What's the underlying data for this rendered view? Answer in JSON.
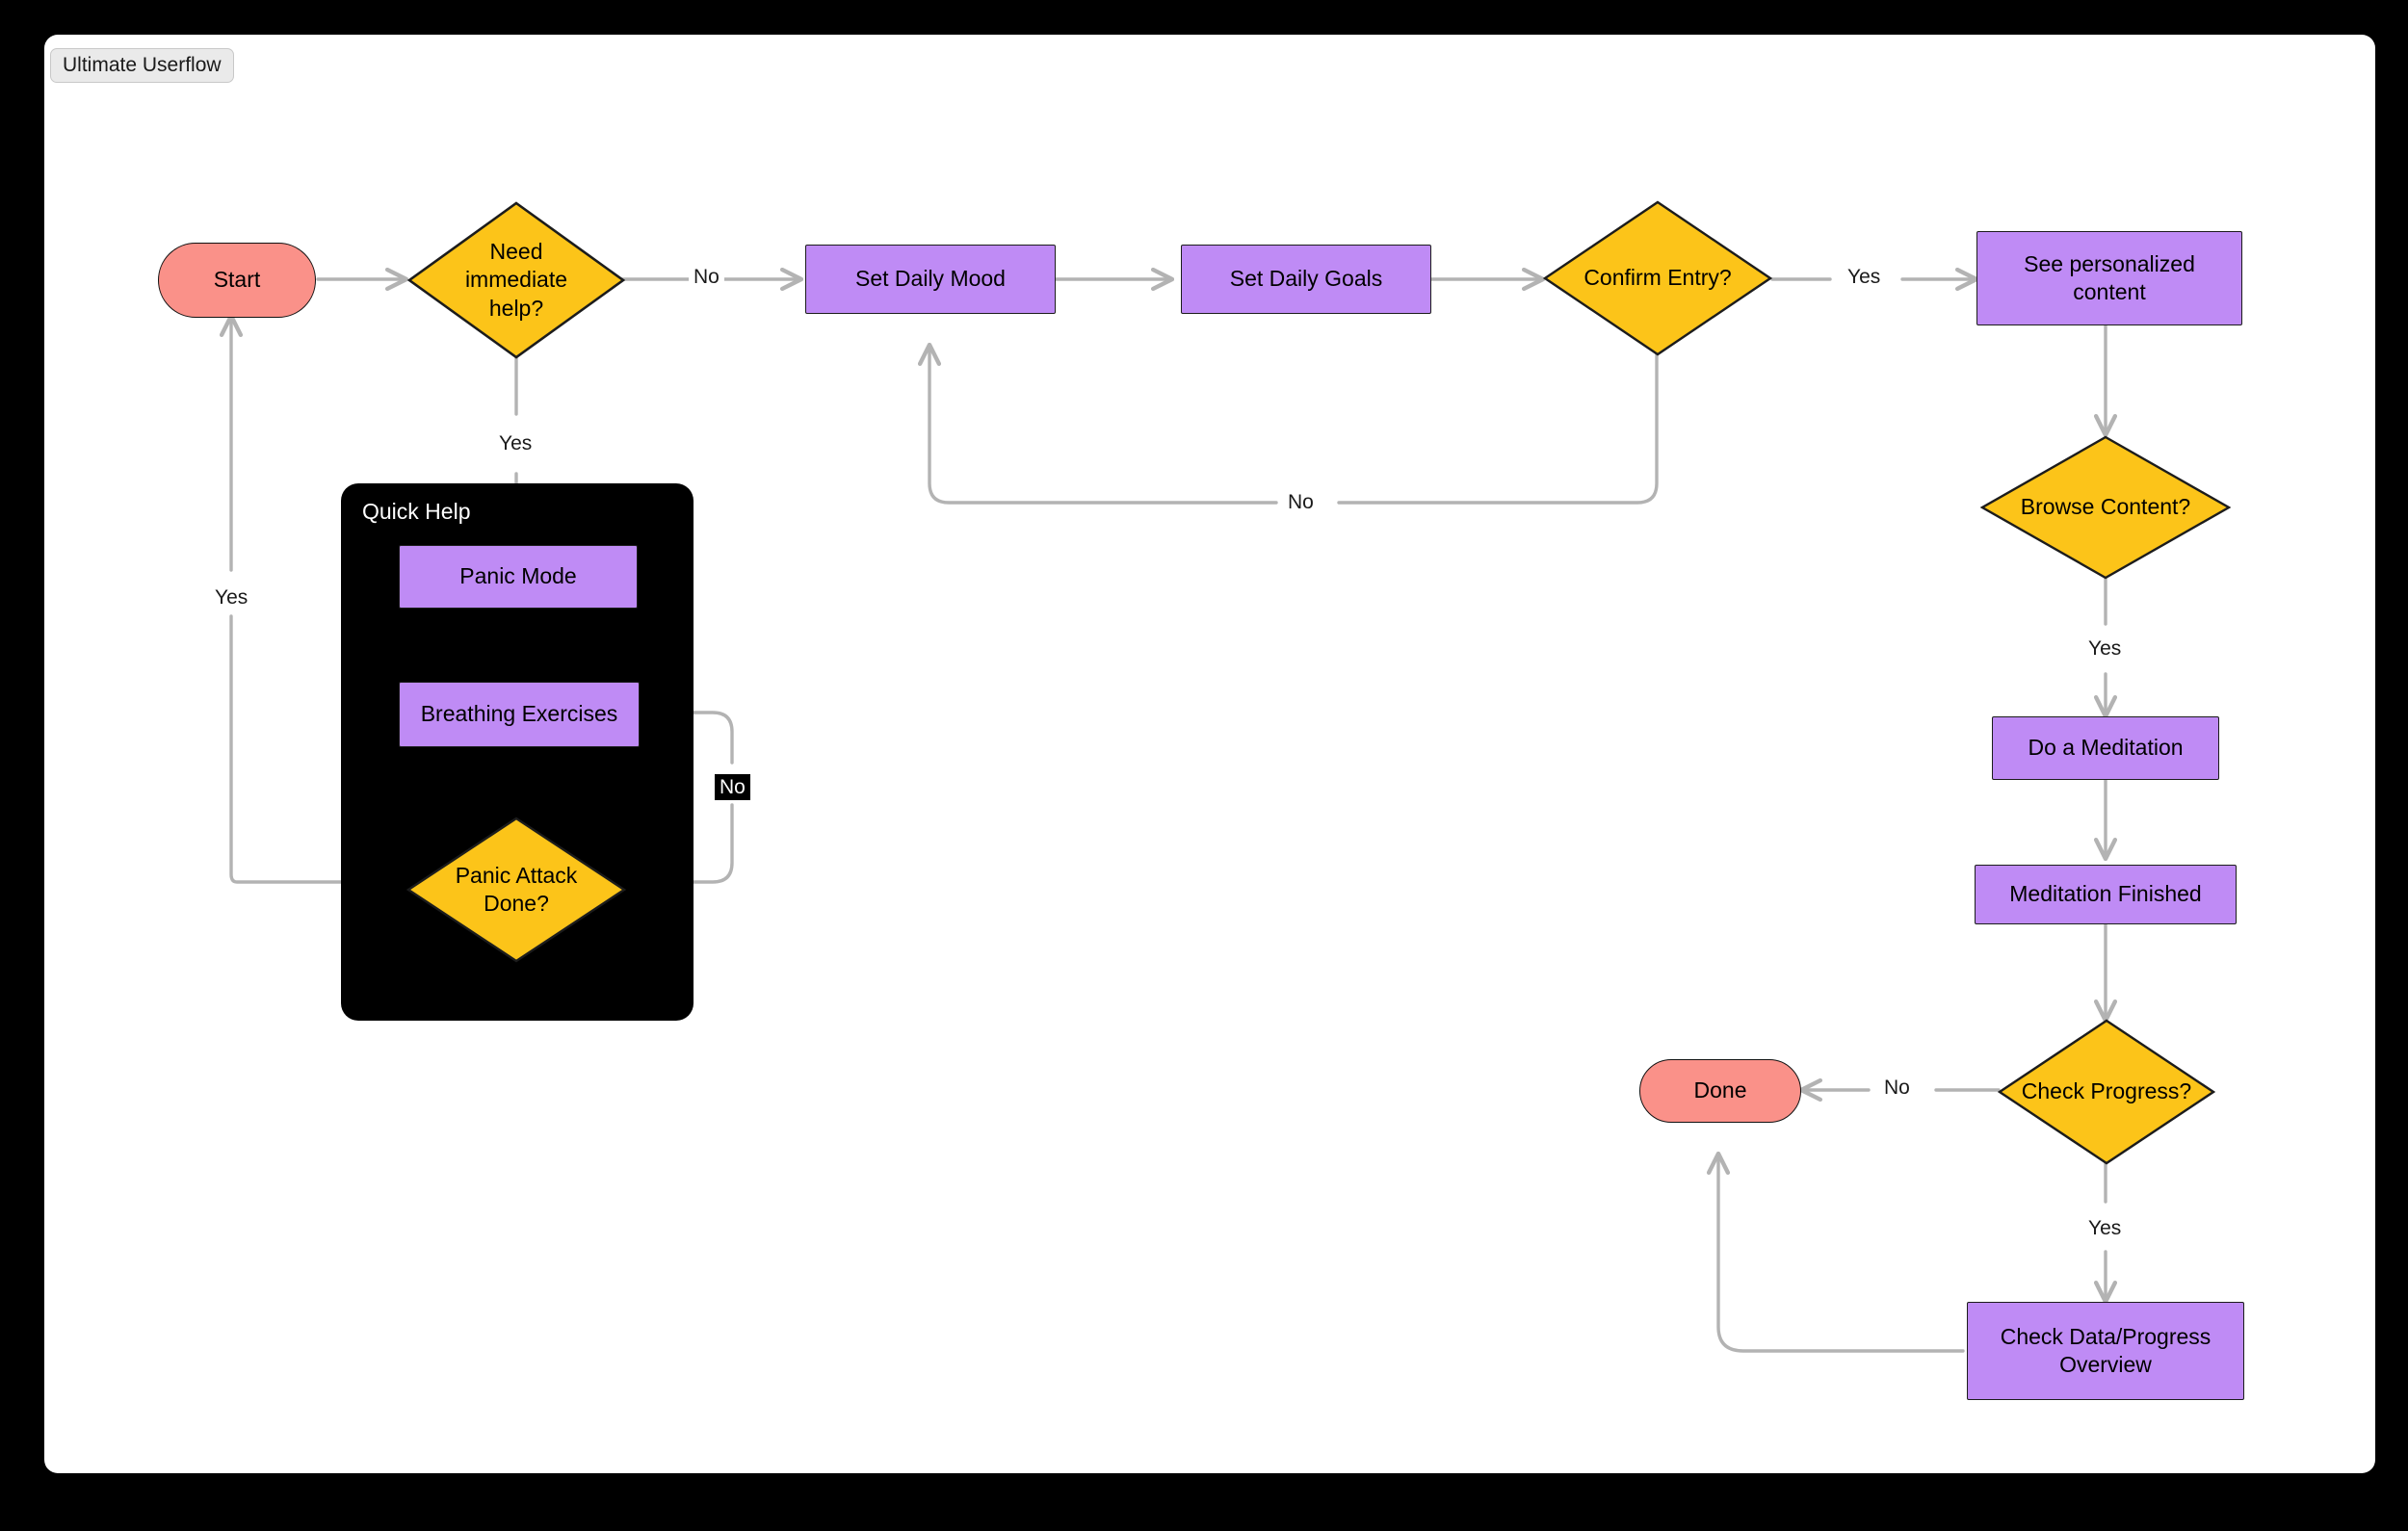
{
  "window": {
    "title_tab": "Ultimate Userflow",
    "background_color": "#000000",
    "canvas_color": "#ffffff"
  },
  "palette": {
    "start_end_fill": "#fa9189",
    "process_fill": "#bf8bf5",
    "decision_fill": "#fcc419",
    "subgraph_fill": "#000000",
    "edge_stroke": "#b3b3b3",
    "node_stroke": "#1c1c1c",
    "text_color": "#000000",
    "subgraph_text_color": "#ffffff"
  },
  "chart_data": {
    "type": "diagram",
    "title": "Ultimate Userflow",
    "nodes": [
      {
        "id": "start",
        "label": "Start",
        "shape": "stadium",
        "fill": "#fa9189"
      },
      {
        "id": "need_help",
        "label": "Need immediate help?",
        "shape": "diamond",
        "fill": "#fcc419"
      },
      {
        "id": "panic_mode",
        "label": "Panic Mode",
        "shape": "rect",
        "fill": "#bf8bf5",
        "group": "quick_help"
      },
      {
        "id": "breathing",
        "label": "Breathing Exercises",
        "shape": "rect",
        "fill": "#bf8bf5",
        "group": "quick_help"
      },
      {
        "id": "attack_done",
        "label": "Panic Attack Done?",
        "shape": "diamond",
        "fill": "#fcc419",
        "group": "quick_help"
      },
      {
        "id": "set_mood",
        "label": "Set Daily Mood",
        "shape": "rect",
        "fill": "#bf8bf5"
      },
      {
        "id": "set_goals",
        "label": "Set Daily Goals",
        "shape": "rect",
        "fill": "#bf8bf5"
      },
      {
        "id": "confirm",
        "label": "Confirm Entry?",
        "shape": "diamond",
        "fill": "#fcc419"
      },
      {
        "id": "personalized",
        "label": "See personalized content",
        "shape": "rect",
        "fill": "#bf8bf5"
      },
      {
        "id": "browse",
        "label": "Browse Content?",
        "shape": "diamond",
        "fill": "#fcc419"
      },
      {
        "id": "meditate",
        "label": "Do a Meditation",
        "shape": "rect",
        "fill": "#bf8bf5"
      },
      {
        "id": "med_done",
        "label": "Meditation Finished",
        "shape": "rect",
        "fill": "#bf8bf5"
      },
      {
        "id": "check_prog",
        "label": "Check Progress?",
        "shape": "diamond",
        "fill": "#fcc419"
      },
      {
        "id": "overview",
        "label": "Check Data/Progress Overview",
        "shape": "rect",
        "fill": "#bf8bf5"
      },
      {
        "id": "done",
        "label": "Done",
        "shape": "stadium",
        "fill": "#fa9189"
      }
    ],
    "groups": [
      {
        "id": "quick_help",
        "label": "Quick Help",
        "fill": "#000000"
      }
    ],
    "edges": [
      {
        "from": "start",
        "to": "need_help",
        "label": ""
      },
      {
        "from": "need_help",
        "to": "set_mood",
        "label": "No"
      },
      {
        "from": "need_help",
        "to": "panic_mode",
        "label": "Yes"
      },
      {
        "from": "panic_mode",
        "to": "breathing",
        "label": ""
      },
      {
        "from": "breathing",
        "to": "attack_done",
        "label": ""
      },
      {
        "from": "attack_done",
        "to": "start",
        "label": "Yes"
      },
      {
        "from": "attack_done",
        "to": "breathing",
        "label": "No"
      },
      {
        "from": "set_mood",
        "to": "set_goals",
        "label": ""
      },
      {
        "from": "set_goals",
        "to": "confirm",
        "label": ""
      },
      {
        "from": "confirm",
        "to": "personalized",
        "label": "Yes"
      },
      {
        "from": "confirm",
        "to": "set_mood",
        "label": "No"
      },
      {
        "from": "personalized",
        "to": "browse",
        "label": ""
      },
      {
        "from": "browse",
        "to": "meditate",
        "label": "Yes"
      },
      {
        "from": "meditate",
        "to": "med_done",
        "label": ""
      },
      {
        "from": "med_done",
        "to": "check_prog",
        "label": ""
      },
      {
        "from": "check_prog",
        "to": "done",
        "label": "No"
      },
      {
        "from": "check_prog",
        "to": "overview",
        "label": "Yes"
      },
      {
        "from": "overview",
        "to": "done",
        "label": ""
      }
    ],
    "edge_labels": {
      "need_help_no": "No",
      "need_help_yes": "Yes",
      "attack_done_yes": "Yes",
      "attack_done_no": "No",
      "confirm_yes": "Yes",
      "confirm_no": "No",
      "browse_yes": "Yes",
      "check_prog_no": "No",
      "check_prog_yes": "Yes"
    }
  }
}
